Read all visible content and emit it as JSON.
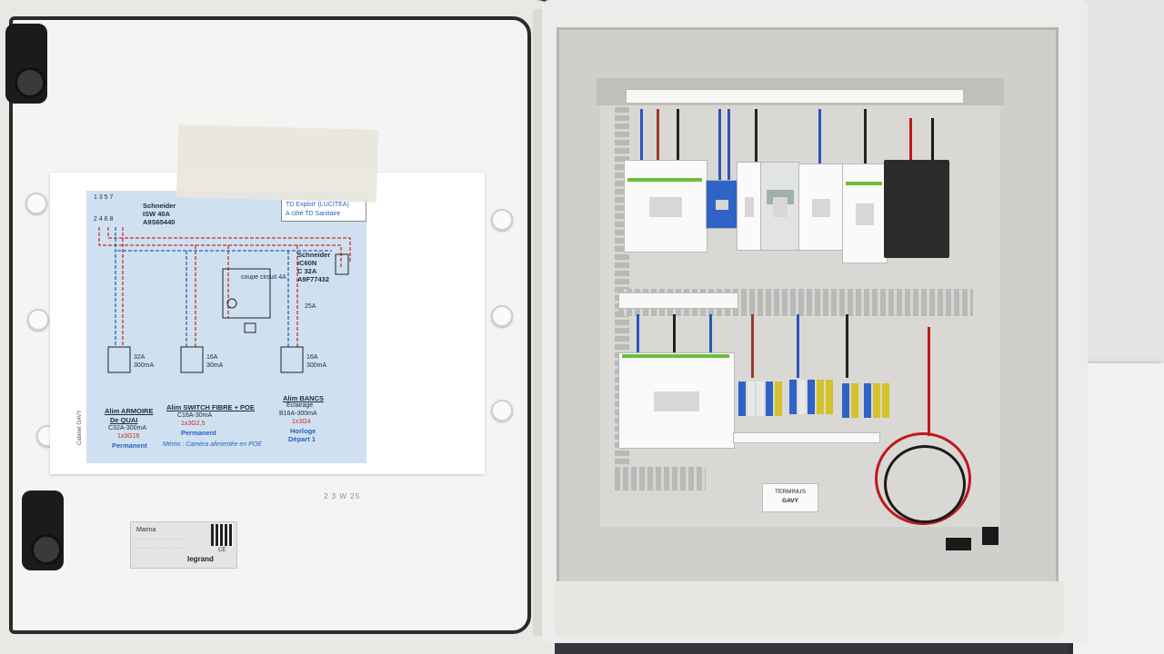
{
  "schematic": {
    "terminals_top": "1 3 5 7",
    "terminals_bottom": "2 4 6 8",
    "main_switch": {
      "brand": "Schneider",
      "model": "ISW 40A",
      "ref": "A9S65440"
    },
    "title_box": {
      "line1": "TD Exploit' (LUCITEA)",
      "line2": "A côté TD Sanitaire"
    },
    "sub_breaker": {
      "brand": "Schneider",
      "model": "iC60N",
      "rating": "C 32A",
      "ref": "A9F77432"
    },
    "coupe_circuit": "coupe circuit 4A",
    "rating_25a": "25A",
    "rcd_1": {
      "rating": "32A",
      "sensitivity": "300mA"
    },
    "rcd_2": {
      "rating": "16A",
      "sensitivity": "30mA"
    },
    "rcd_3": {
      "rating": "16A",
      "sensitivity": "300mA"
    },
    "circuit_1": {
      "title1": "Alim ARMOIRE",
      "title2": "De QUAI",
      "spec": "C32A-300mA",
      "cable": "1x3G16",
      "mode": "Permanent"
    },
    "circuit_2": {
      "title": "Alim SWITCH FIBRE + POE",
      "spec": "C16A-30mA",
      "cable": "1x3G2,5",
      "mode": "Permanent"
    },
    "circuit_3": {
      "title": "Alim BANCS",
      "subtitle": "Eclairage",
      "spec": "B16A-300mA",
      "cable": "1x3G4",
      "mode1": "Horloge",
      "mode2": "Départ 1"
    },
    "memo": "Mémo : Caméra alimentée en POE",
    "side_note": "Cabinet GAVY"
  },
  "door": {
    "mold_mark": "2 3 W 25",
    "plate_name": "Marina",
    "plate_brand": "legrand",
    "plate_ce": "CE"
  },
  "cabinet": {
    "label_line1": "TERMINUS",
    "label_line2": "GAVY"
  },
  "colors": {
    "schematic_bg": "#cfe1f0",
    "wire_red": "#d02a2a",
    "wire_blue": "#2a5fbf",
    "breaker_green": "#6bbf3a",
    "cabinet": "#ececea"
  }
}
